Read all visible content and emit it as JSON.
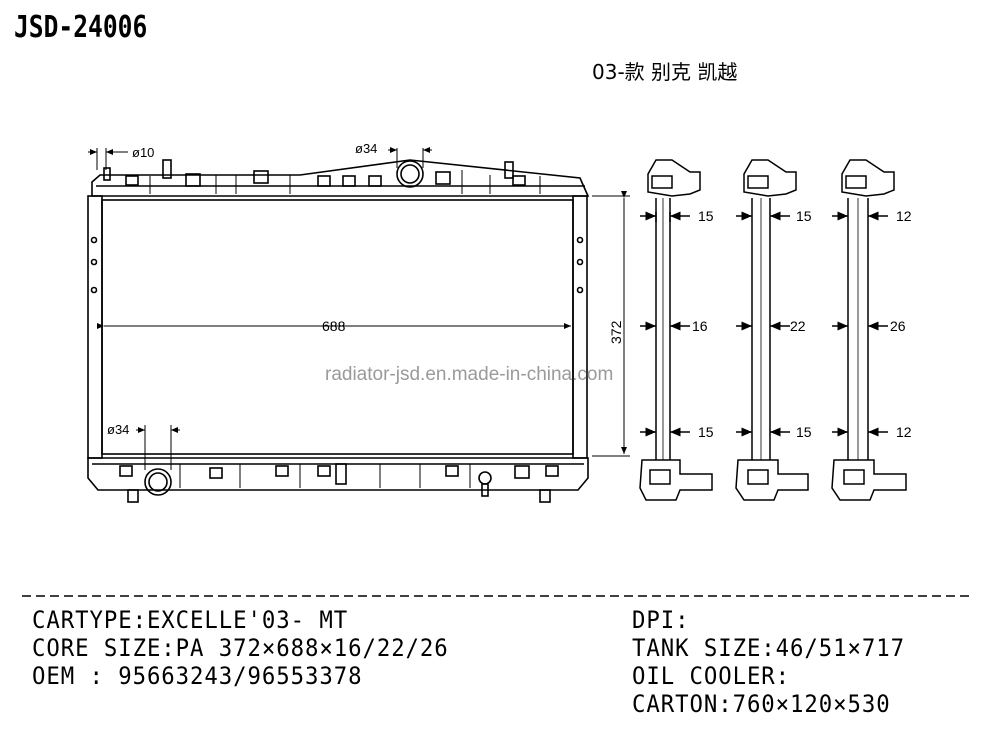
{
  "header": {
    "code": "JSD-24006",
    "model": "03-款 别克 凯越"
  },
  "watermark": "radiator-jsd.en.made-in-china.com",
  "front_view": {
    "dia_top_left": "ø10",
    "dia_top_inlet": "ø34",
    "dia_bottom_outlet": "ø34",
    "width": "688",
    "height": "372"
  },
  "side_views": [
    {
      "top": "15",
      "middle": "16",
      "bottom": "15"
    },
    {
      "top": "15",
      "middle": "22",
      "bottom": "15"
    },
    {
      "top": "12",
      "middle": "26",
      "bottom": "12"
    }
  ],
  "specs": {
    "cartype": "CARTYPE:EXCELLE'03- MT",
    "core_size": "CORE SIZE:PA 372×688×16/22/26",
    "oem": "OEM : 95663243/96553378",
    "dpi": "DPI:",
    "tank_size": "TANK SIZE:46/51×717",
    "oil_cooler": "OIL COOLER:",
    "carton": "CARTON:760×120×530"
  }
}
